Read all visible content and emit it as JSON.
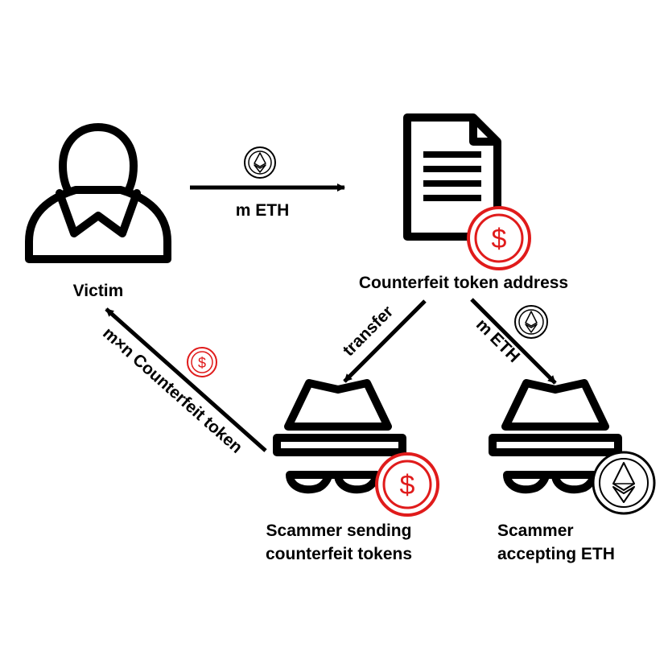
{
  "colors": {
    "stroke": "#000000",
    "accent_red": "#e01b1b",
    "background": "#ffffff"
  },
  "nodes": {
    "victim": {
      "label": "Victim",
      "icon": "person-icon"
    },
    "contract": {
      "label": "Counterfeit token address",
      "icon": "document-icon",
      "badge": "dollar-coin-icon"
    },
    "scammer_sender": {
      "label_line1": "Scammer sending",
      "label_line2": "counterfeit tokens",
      "icon": "spy-hat-glasses-icon",
      "badge": "dollar-coin-icon"
    },
    "scammer_receiver": {
      "label_line1": "Scammer",
      "label_line2": "accepting ETH",
      "icon": "spy-hat-glasses-icon",
      "badge": "ethereum-coin-icon"
    }
  },
  "edges": {
    "victim_to_contract": {
      "label": "m ETH",
      "icon": "ethereum-coin-icon"
    },
    "contract_to_sender": {
      "label": "transfer"
    },
    "contract_to_receiver": {
      "label": "m ETH",
      "icon": "ethereum-coin-icon"
    },
    "sender_to_victim": {
      "label": "m×n Counterfeit token",
      "icon": "dollar-coin-icon"
    }
  }
}
